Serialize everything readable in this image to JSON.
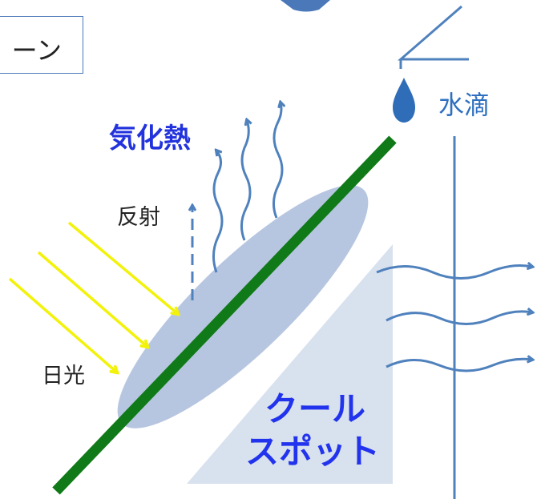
{
  "labels": {
    "screen_box": "ーン",
    "evaporative_heat": "気化熱",
    "reflection": "反射",
    "sunlight": "日光",
    "water_drop": "水滴",
    "cool_spot_line1": "クール",
    "cool_spot_line2": "スポット"
  },
  "colors": {
    "sunlight_arrow": "#f2f20a",
    "screen_sheet": "#0f7a17",
    "wet_area": "#9fb3d6",
    "cool_region": "#d8e1ee",
    "arrow_blue": "#4f81bd",
    "heading_blue": "#2233dd"
  },
  "icons": {
    "water_drop": "water-drop-icon"
  }
}
